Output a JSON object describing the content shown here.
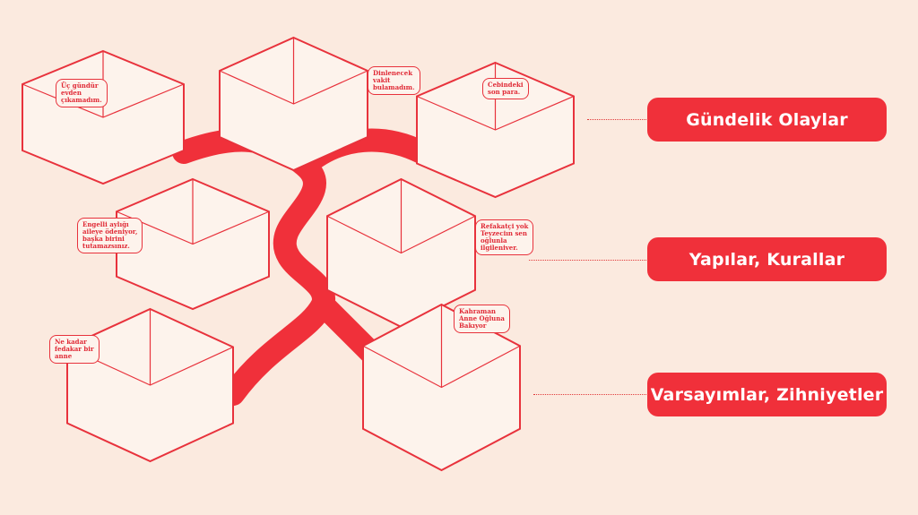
{
  "categories": [
    {
      "label": "Gündelik Olaylar"
    },
    {
      "label": "Yapılar, Kurallar"
    },
    {
      "label": "Varsayımlar, Zihniyetler"
    }
  ],
  "bubbles": [
    {
      "text": "Üç gündür\nevden\nçıkamadım."
    },
    {
      "text": "Dinlenecek\nvakit\nbulamadım."
    },
    {
      "text": "Cebindeki\nson para."
    },
    {
      "text": "Engelli aylığı\naileye ödeniyor,\nbaşka birini\ntutamazsınız."
    },
    {
      "text": "Refakatçi yok\nTeyzeciın sen\noğlunla\nilgileniver."
    },
    {
      "text": "Ne kadar\nfedakar bir\nanne"
    },
    {
      "text": "Kahraman\nAnne Oğluna\nBakıyor"
    }
  ],
  "colors": {
    "accent": "#f0303a",
    "background": "#fbeadf",
    "room": "#fdf3ec"
  }
}
